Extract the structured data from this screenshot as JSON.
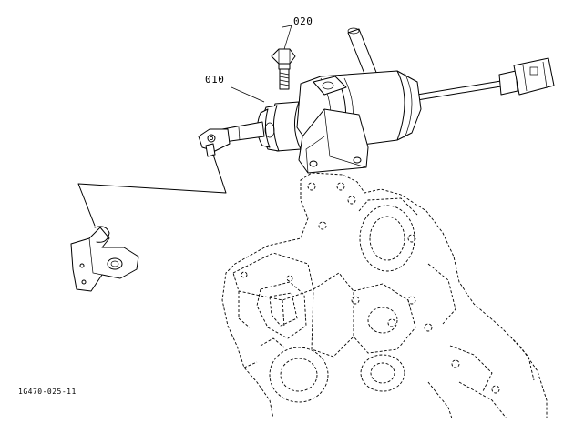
{
  "diagram": {
    "callouts": [
      {
        "id": "010",
        "label": "010"
      },
      {
        "id": "020",
        "label": "020"
      }
    ],
    "figure_code": "1G470-025-11"
  }
}
